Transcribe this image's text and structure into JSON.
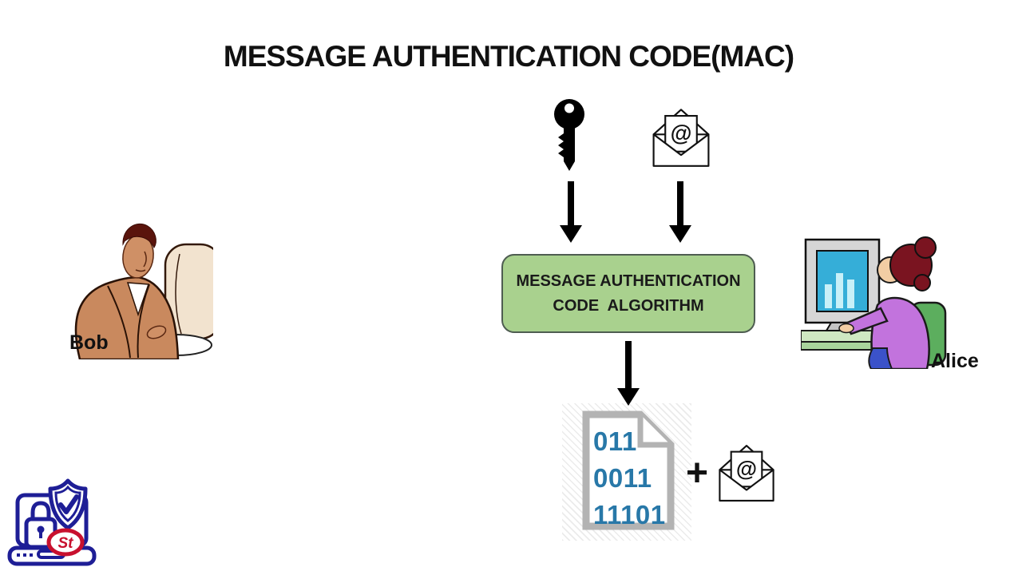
{
  "colors": {
    "page-bg": "#ffffff",
    "title-color": "#111111",
    "box-fill": "#a9d18e",
    "box-border": "#4e5d51",
    "box-text": "#1a1a1a",
    "digit-blue": "#2878a8",
    "doc-gray": "#b3b3b3",
    "arrow-black": "#000000",
    "logo-navy": "#1e1e96",
    "logo-red": "#c8102e"
  },
  "title": "MESSAGE AUTHENTICATION CODE(MAC)",
  "figure": {
    "at_symbol": "@",
    "mac_box": {
      "line1": "MESSAGE AUTHENTICATION",
      "line2": "CODE  ALGORITHM"
    },
    "output_doc": {
      "lines": [
        "011",
        "0011",
        "11101"
      ]
    },
    "plus_sign": "+"
  },
  "actors": {
    "sender_label": "Bob",
    "receiver_label": "Alice"
  },
  "logo": {
    "monogram": "St"
  }
}
